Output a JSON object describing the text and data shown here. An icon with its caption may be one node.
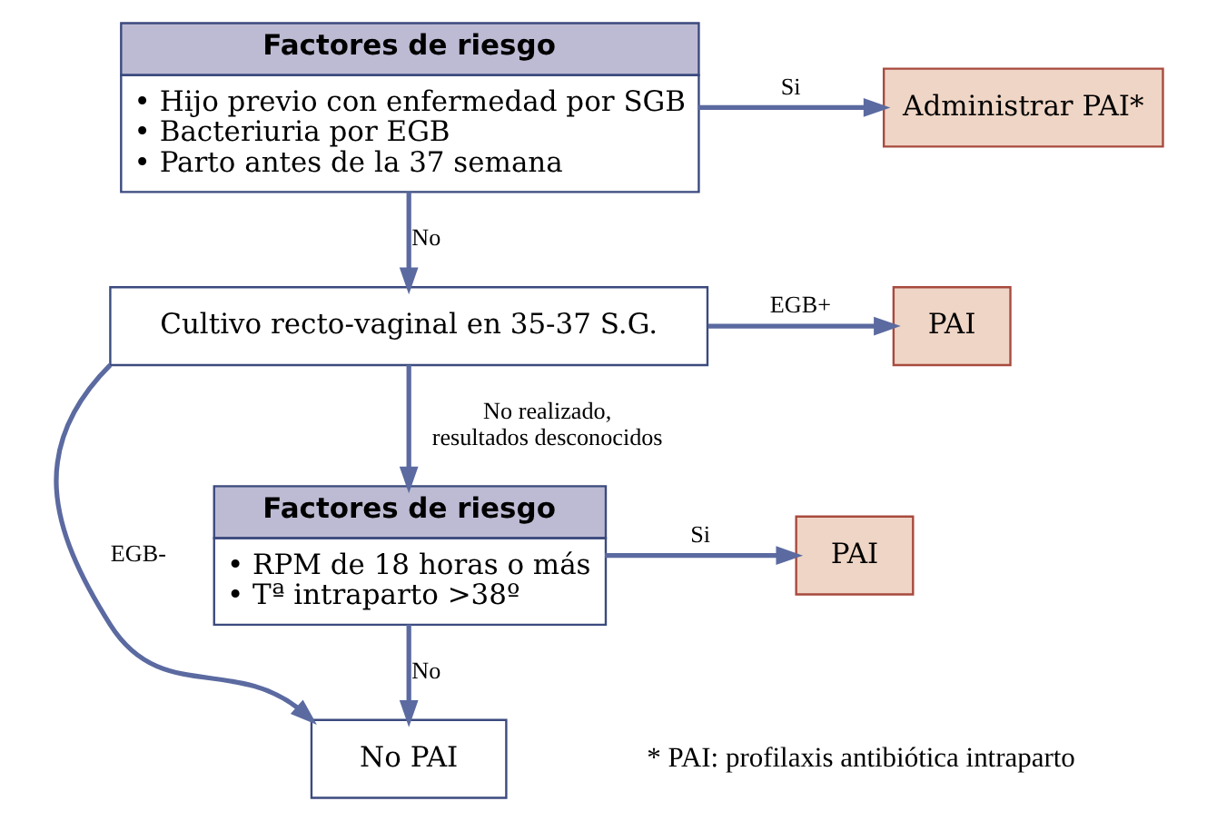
{
  "diagram": {
    "nodes": [
      {
        "text": [
          "Factores de riesgo",
          "• Hijo previo con enfermedad por SGB",
          "• Bacteriuria por EGB",
          "• Parto antes de la 37 semana"
        ]
      },
      {
        "text": [
          "Administrar PAI*"
        ]
      },
      {
        "text": [
          "Cultivo recto-vaginal en 35-37 S.G."
        ]
      },
      {
        "text": [
          "PAI"
        ]
      },
      {
        "text": [
          "Factores de riesgo",
          "• RPM de 18 horas o más",
          "• Tª intraparto >38º"
        ]
      },
      {
        "text": [
          "PAI"
        ]
      },
      {
        "text": [
          "No PAI"
        ]
      }
    ],
    "edges": [
      {
        "from": 0,
        "to": 1,
        "arrow": "to",
        "label": "Si"
      },
      {
        "from": 0,
        "to": 2,
        "arrow": "to",
        "label": "No"
      },
      {
        "from": 2,
        "to": 3,
        "arrow": "to",
        "label": "EGB+"
      },
      {
        "from": 2,
        "to": 4,
        "arrow": "to",
        "label": "No realizado, resultados desconocidos"
      },
      {
        "from": 2,
        "to": 6,
        "arrow": "to",
        "label": "EGB-"
      },
      {
        "from": 4,
        "to": 5,
        "arrow": "to",
        "label": "Si"
      },
      {
        "from": 4,
        "to": 6,
        "arrow": "to",
        "label": "No"
      }
    ],
    "labels": [
      "* PAI: profilaxis antibiótica intraparto"
    ]
  }
}
